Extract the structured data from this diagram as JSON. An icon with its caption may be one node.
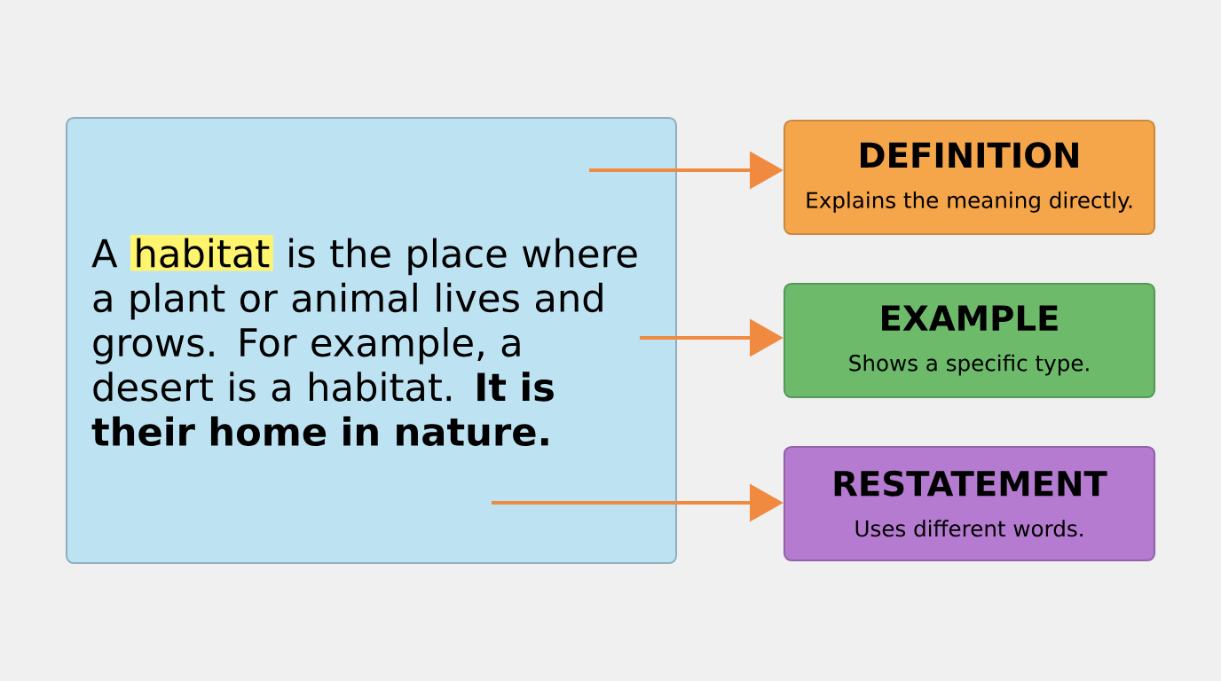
{
  "diagram": {
    "nodes": [
      {
        "text": [
          "A",
          "habitat",
          "is the place where a plant or animal lives and grows. For example, a desert is a habitat. **It is their home in nature.**"
        ]
      },
      {
        "text": [
          "DEFINITION",
          "Explains the meaning directly."
        ]
      },
      {
        "text": [
          "EXAMPLE",
          "Shows a specific type."
        ]
      },
      {
        "text": [
          "RESTATEMENT",
          "Uses different words."
        ]
      }
    ],
    "edges": [
      {
        "from": 0,
        "to": 1,
        "arrow": "to"
      },
      {
        "from": 0,
        "to": 2,
        "arrow": "to"
      },
      {
        "from": 0,
        "to": 3,
        "arrow": "to"
      }
    ]
  }
}
